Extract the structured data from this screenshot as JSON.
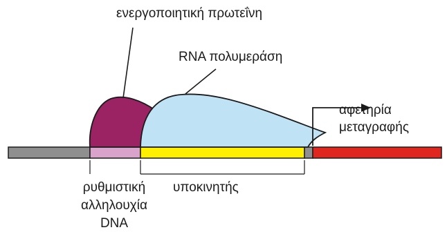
{
  "labels": {
    "activator_protein": "ενεργοποιητική πρωτεΐνη",
    "rna_polymerase": "RNA πολυμεράση",
    "transcription_start_line1": "αφετηρία",
    "transcription_start_line2": "μεταγραφής",
    "regulatory_sequence_line1": "ρυθμιστική",
    "regulatory_sequence_line2": "αλληλουχία",
    "regulatory_sequence_line3": "DNA",
    "promoter": "υποκινητής"
  },
  "colors": {
    "dna_left": "#8f8f8f",
    "regulatory_region": "#d9a3cc",
    "promoter_region": "#ffef00",
    "dna_right": "#e0271f",
    "activator_protein": "#9b2363",
    "rna_polymerase": "#bfe3f5",
    "outline": "#1b1b1b"
  },
  "icons": {
    "start_marker": "bent-arrow-icon"
  }
}
